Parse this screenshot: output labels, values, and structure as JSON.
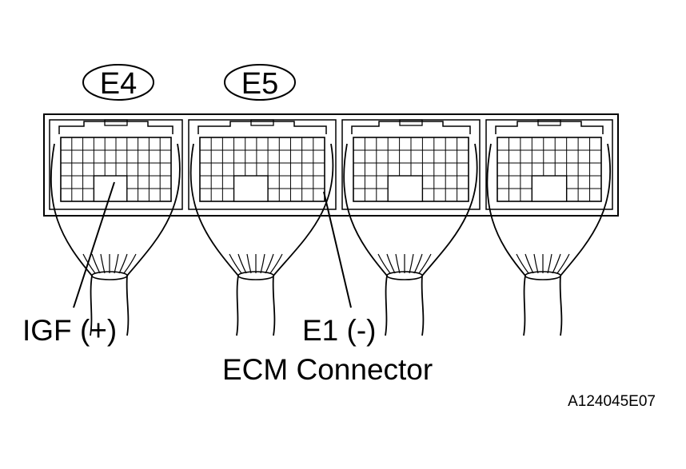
{
  "labels": {
    "e4": "E4",
    "e5": "E5",
    "igf": "IGF (+)",
    "e1": "E1 (-)",
    "caption": "ECM Connector",
    "figure_id": "A124045E07"
  }
}
